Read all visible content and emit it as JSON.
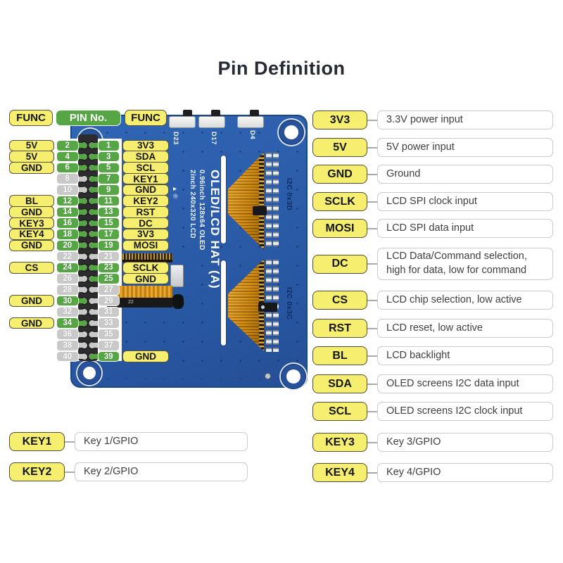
{
  "title": "Pin Definition",
  "colors": {
    "label_yellow": "#f5ee6e",
    "pin_green": "#56a646",
    "pin_gray": "#c9c9c9",
    "board_blue": "#2a5aa6",
    "board_navy": "#1d4784",
    "connector_orange": "#d08a10"
  },
  "pin_table": {
    "headers": {
      "left_func": "FUNC",
      "pin_no": "PIN No.",
      "right_func": "FUNC"
    },
    "rows": [
      {
        "left_func": "5V",
        "left_pin": "2",
        "left_active": true,
        "right_pin": "1",
        "right_active": true,
        "right_func": "3V3"
      },
      {
        "left_func": "5V",
        "left_pin": "4",
        "left_active": true,
        "right_pin": "3",
        "right_active": true,
        "right_func": "SDA"
      },
      {
        "left_func": "GND",
        "left_pin": "6",
        "left_active": true,
        "right_pin": "5",
        "right_active": true,
        "right_func": "SCL"
      },
      {
        "left_func": "",
        "left_pin": "8",
        "left_active": false,
        "right_pin": "7",
        "right_active": true,
        "right_func": "KEY1"
      },
      {
        "left_func": "",
        "left_pin": "10",
        "left_active": false,
        "right_pin": "9",
        "right_active": true,
        "right_func": "GND"
      },
      {
        "left_func": "BL",
        "left_pin": "12",
        "left_active": true,
        "right_pin": "11",
        "right_active": true,
        "right_func": "KEY2"
      },
      {
        "left_func": "GND",
        "left_pin": "14",
        "left_active": true,
        "right_pin": "13",
        "right_active": true,
        "right_func": "RST"
      },
      {
        "left_func": "KEY3",
        "left_pin": "16",
        "left_active": true,
        "right_pin": "15",
        "right_active": true,
        "right_func": "DC"
      },
      {
        "left_func": "KEY4",
        "left_pin": "18",
        "left_active": true,
        "right_pin": "17",
        "right_active": true,
        "right_func": "3V3"
      },
      {
        "left_func": "GND",
        "left_pin": "20",
        "left_active": true,
        "right_pin": "19",
        "right_active": true,
        "right_func": "MOSI"
      },
      {
        "left_func": "",
        "left_pin": "22",
        "left_active": false,
        "right_pin": "21",
        "right_active": false,
        "right_func": ""
      },
      {
        "left_func": "CS",
        "left_pin": "24",
        "left_active": true,
        "right_pin": "23",
        "right_active": true,
        "right_func": "SCLK"
      },
      {
        "left_func": "",
        "left_pin": "26",
        "left_active": false,
        "right_pin": "25",
        "right_active": true,
        "right_func": "GND"
      },
      {
        "left_func": "",
        "left_pin": "28",
        "left_active": false,
        "right_pin": "27",
        "right_active": false,
        "right_func": ""
      },
      {
        "left_func": "GND",
        "left_pin": "30",
        "left_active": true,
        "right_pin": "29",
        "right_active": false,
        "right_func": ""
      },
      {
        "left_func": "",
        "left_pin": "32",
        "left_active": false,
        "right_pin": "31",
        "right_active": false,
        "right_func": ""
      },
      {
        "left_func": "GND",
        "left_pin": "34",
        "left_active": true,
        "right_pin": "33",
        "right_active": false,
        "right_func": ""
      },
      {
        "left_func": "",
        "left_pin": "36",
        "left_active": false,
        "right_pin": "35",
        "right_active": false,
        "right_func": ""
      },
      {
        "left_func": "",
        "left_pin": "38",
        "left_active": false,
        "right_pin": "37",
        "right_active": false,
        "right_func": ""
      },
      {
        "left_func": "",
        "left_pin": "40",
        "left_active": false,
        "right_pin": "39",
        "right_active": true,
        "right_func": "GND"
      }
    ]
  },
  "board": {
    "switch_labels": [
      "D23",
      "D17",
      "D4"
    ],
    "title": "OLED/LCD HAT (A)",
    "subtitle1": "0.96inch 128x64 OLED",
    "subtitle2": "2inch 240x320 LCD",
    "i2c_top": "I2C 0x3D",
    "i2c_bottom": "I2C 0x3C",
    "mark": "▲ ®",
    "ribbon_mark": "22"
  },
  "definitions": [
    {
      "pin": "3V3",
      "desc": "3.3V power input"
    },
    {
      "pin": "5V",
      "desc": "5V power input"
    },
    {
      "pin": "GND",
      "desc": "Ground"
    },
    {
      "pin": "SCLK",
      "desc": "LCD SPI clock input"
    },
    {
      "pin": "MOSI",
      "desc": "LCD SPI data input"
    },
    {
      "pin": "DC",
      "desc": "LCD Data/Command selection,\nhigh for data, low for command"
    },
    {
      "pin": "CS",
      "desc": "LCD chip selection, low active"
    },
    {
      "pin": "RST",
      "desc": "LCD reset, low active"
    },
    {
      "pin": "BL",
      "desc": "LCD backlight"
    },
    {
      "pin": "SDA",
      "desc": "OLED screens I2C data input"
    },
    {
      "pin": "SCL",
      "desc": "OLED screens I2C clock input"
    }
  ],
  "keys": [
    {
      "pin": "KEY1",
      "desc": "Key 1/GPIO",
      "side": "left"
    },
    {
      "pin": "KEY2",
      "desc": "Key 2/GPIO",
      "side": "left"
    },
    {
      "pin": "KEY3",
      "desc": "Key 3/GPIO",
      "side": "right"
    },
    {
      "pin": "KEY4",
      "desc": "Key 4/GPIO",
      "side": "right"
    }
  ]
}
